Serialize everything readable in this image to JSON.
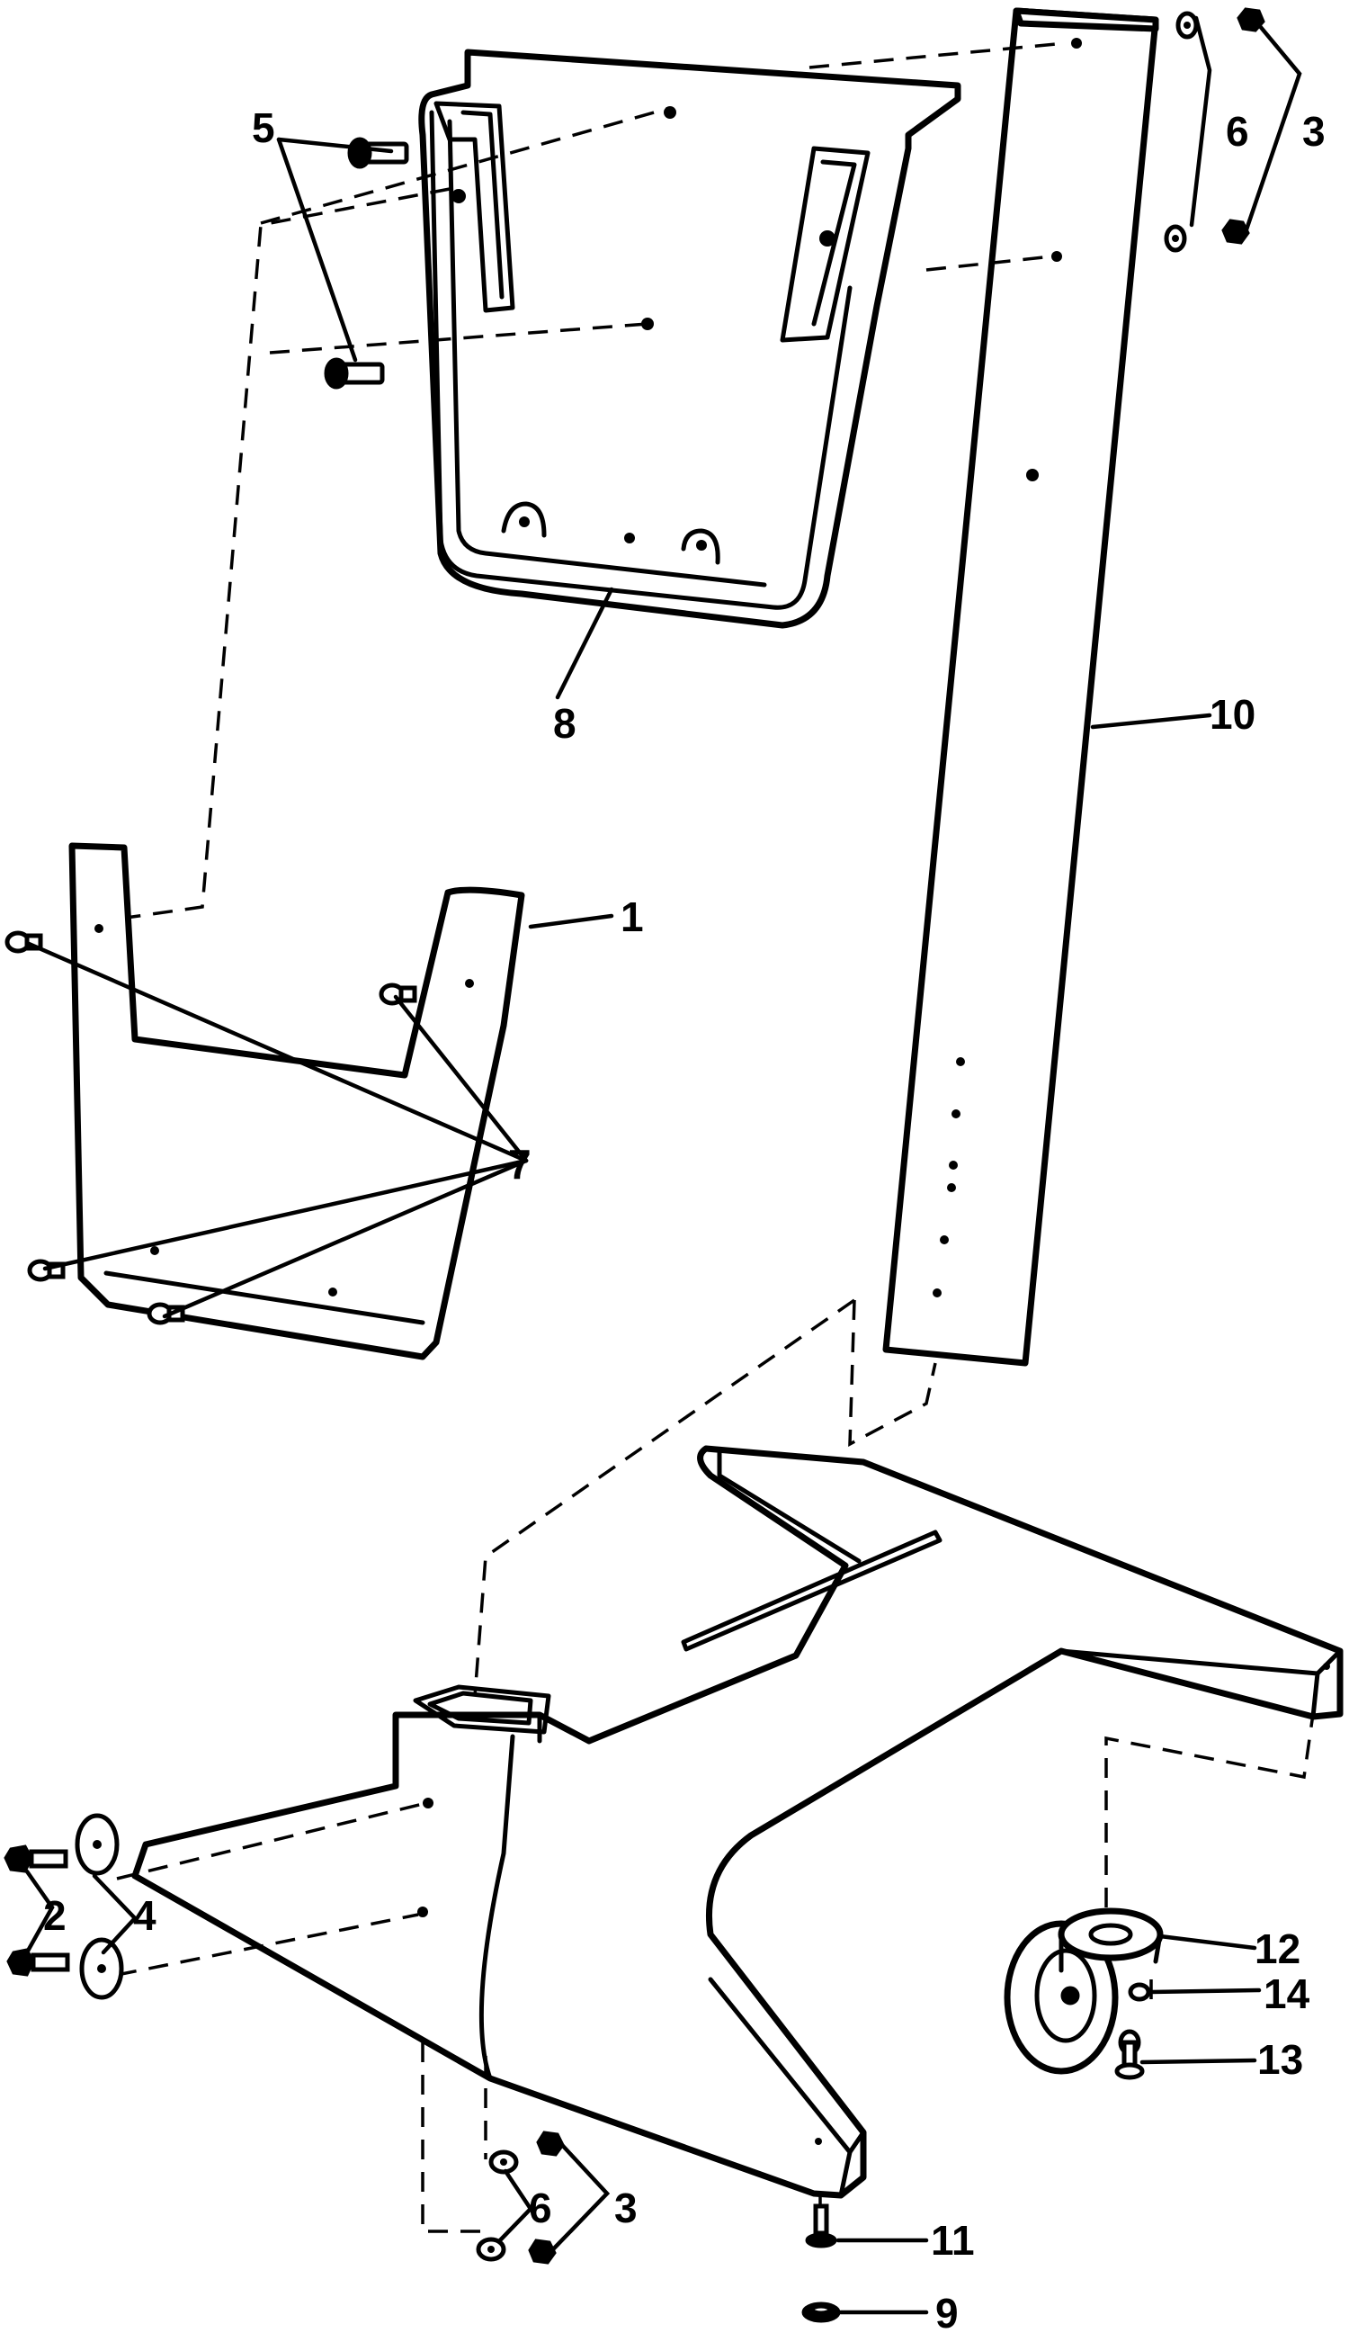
{
  "callouts": {
    "c1": "1",
    "c2": "2",
    "c3_top": "3",
    "c3_bottom": "3",
    "c4": "4",
    "c5": "5",
    "c6_top": "6",
    "c6_bottom": "6",
    "c7": "7",
    "c8": "8",
    "c9": "9",
    "c10": "10",
    "c11": "11",
    "c12": "12",
    "c13": "13",
    "c14": "14"
  },
  "style": {
    "line_color": "#000000",
    "background": "#ffffff"
  }
}
